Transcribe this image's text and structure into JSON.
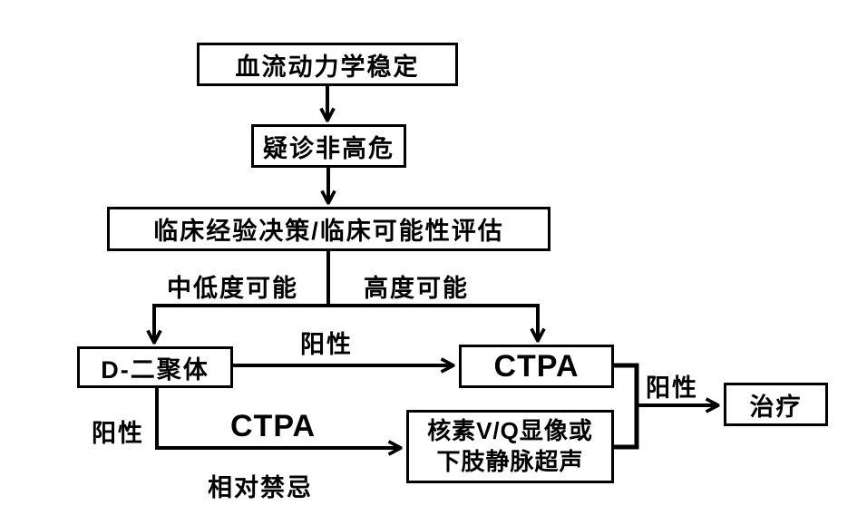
{
  "colors": {
    "background": "#ffffff",
    "line": "#000000",
    "box_border": "#000000",
    "box_fill": "#ffffff",
    "text": "#000000"
  },
  "nodes": {
    "hemodynamic_stability": "血流动力学稳定",
    "suspected_non_high_risk": "疑诊非高危",
    "clinical_assessment": "临床经验决策/临床可能性评估",
    "d_dimer": "D-二聚体",
    "ctpa": "CTPA",
    "vq_scan_line1": "核素V/Q显像或",
    "vq_scan_line2": "下肢静脉超声",
    "treatment": "治疗"
  },
  "edge_labels": {
    "low_intermediate_probability": "中低度可能",
    "high_probability": "高度可能",
    "positive_ddimer_to_ctpa": "阳性",
    "positive_ddimer_down": "阳性",
    "ctpa_word": "CTPA",
    "relatively_contraindicated": "相对禁忌",
    "positive_to_treatment": "阳性"
  }
}
